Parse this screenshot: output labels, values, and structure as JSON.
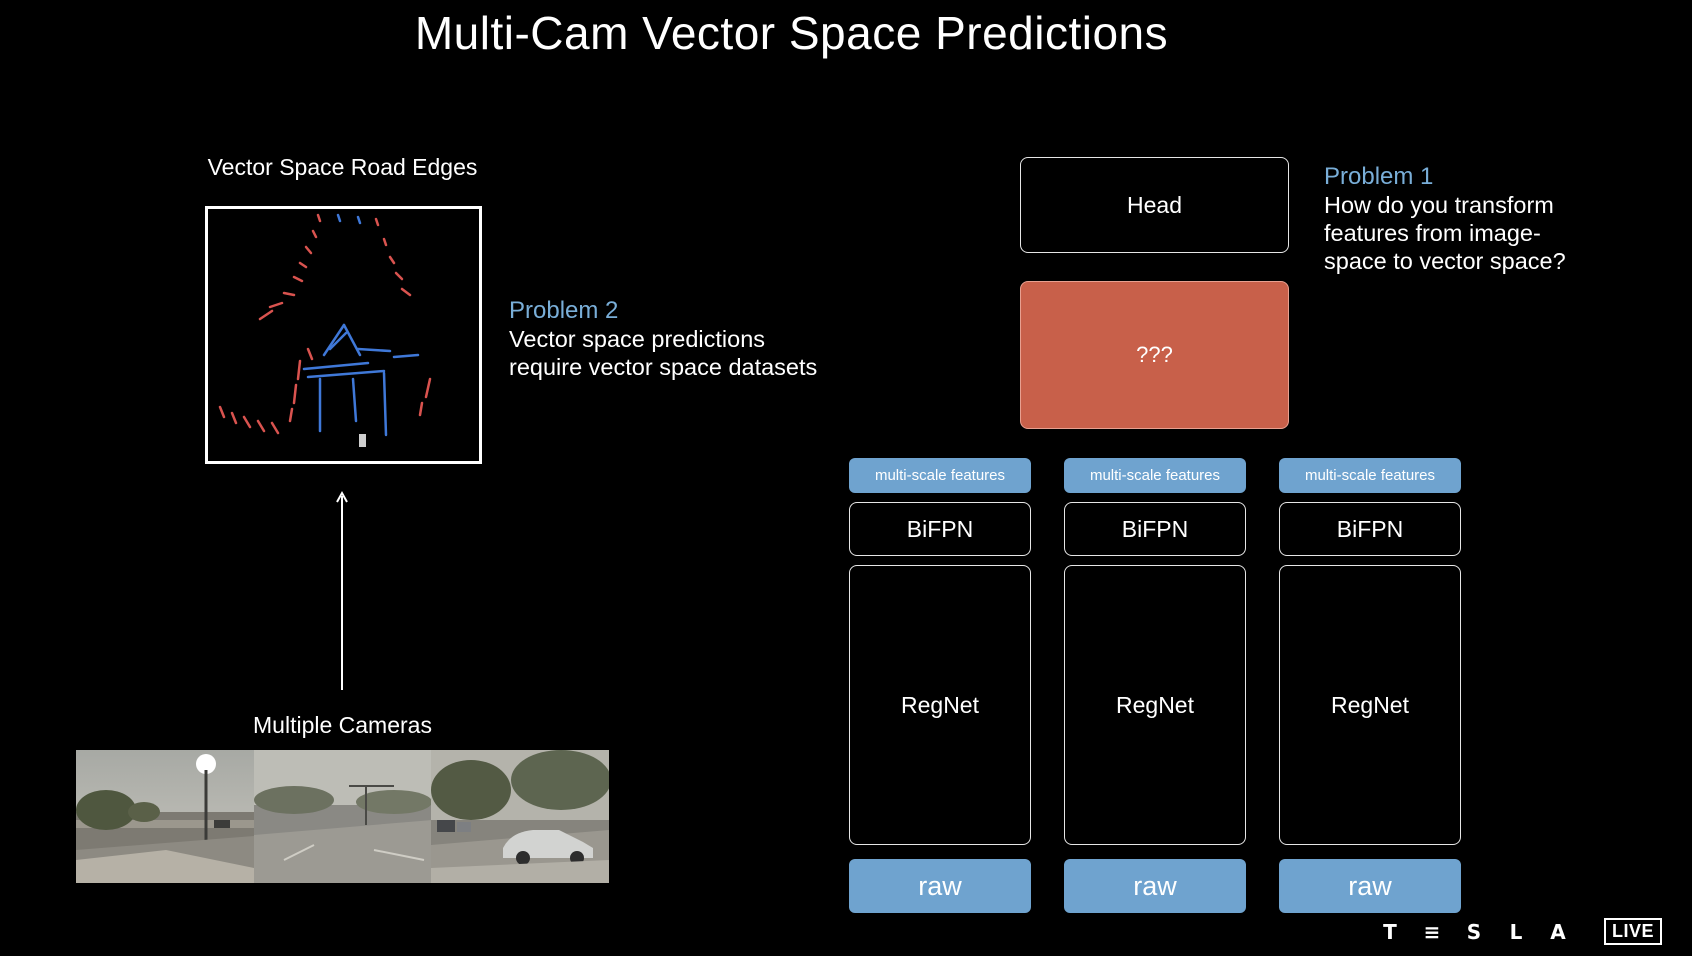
{
  "title": "Multi-Cam Vector Space Predictions",
  "vector_space": {
    "label": "Vector Space Road Edges"
  },
  "problem2": {
    "heading": "Problem 2",
    "line1": "Vector space predictions",
    "line2": "require vector space datasets"
  },
  "problem1": {
    "heading": "Problem 1",
    "line1": "How do you transform",
    "line2": "features from image-",
    "line3": "space to vector space?"
  },
  "cameras": {
    "label": "Multiple Cameras",
    "count": 3
  },
  "network": {
    "head_label": "Head",
    "unknown_label": "???",
    "columns": [
      {
        "ms": "multi-scale features",
        "bifpn": "BiFPN",
        "backbone": "RegNet",
        "input": "raw"
      },
      {
        "ms": "multi-scale features",
        "bifpn": "BiFPN",
        "backbone": "RegNet",
        "input": "raw"
      },
      {
        "ms": "multi-scale features",
        "bifpn": "BiFPN",
        "backbone": "RegNet",
        "input": "raw"
      }
    ]
  },
  "footer": {
    "brand_glyphs": [
      "T",
      "≡",
      "S",
      "L",
      "A"
    ],
    "live_badge": "LIVE"
  },
  "colors": {
    "background": "#000000",
    "accent_blue": "#6fa3cf",
    "problem_blue": "#79aed8",
    "unknown_fill": "#c8604a",
    "edge_red": "#d9534f",
    "edge_blue": "#3f78d8"
  }
}
